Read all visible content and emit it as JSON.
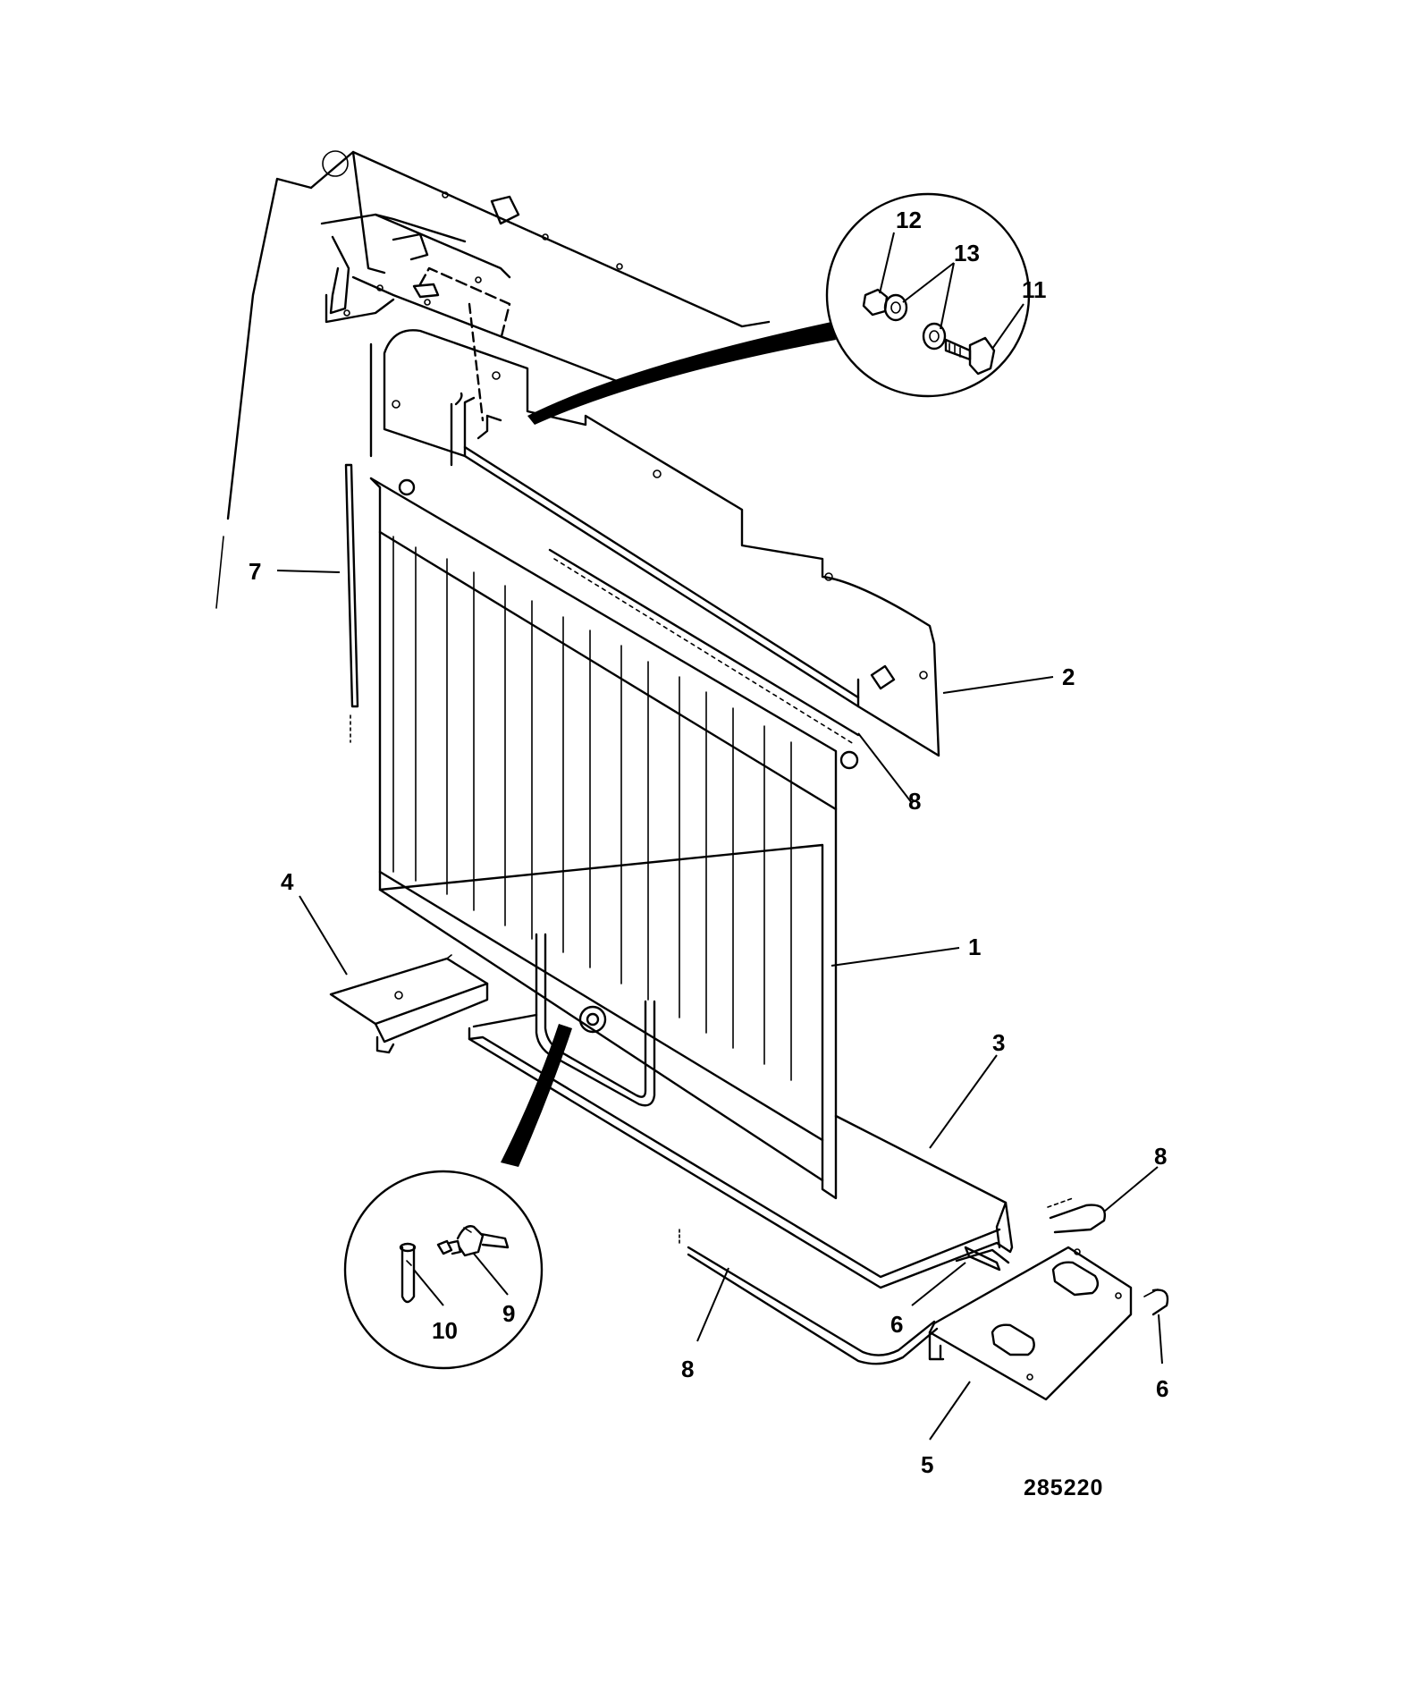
{
  "labels": {
    "radiator_grille": "1",
    "top_cover_plate": "2",
    "base_plate": "3",
    "left_bracket": "4",
    "right_bracket": "5",
    "clip_lower_left": "6",
    "clip_right": "6",
    "side_strip": "7",
    "seal_top": "8",
    "seal_bottom": "8",
    "seal_clip_right": "8",
    "latch": "9",
    "pin": "10",
    "bolt": "11",
    "nut": "12",
    "washer": "13"
  },
  "drawing_number": "285220"
}
